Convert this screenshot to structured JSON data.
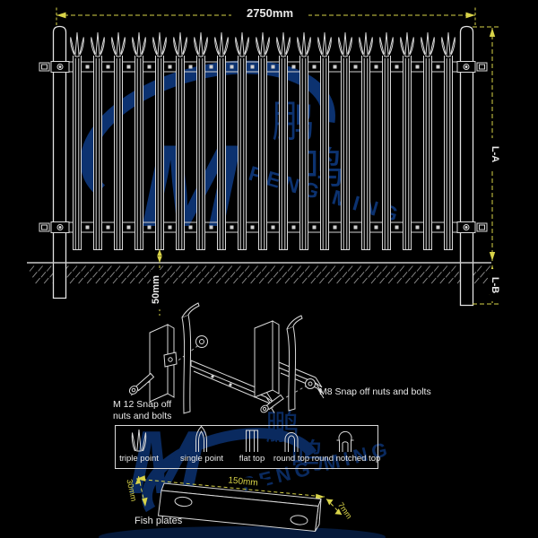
{
  "drawing": {
    "background": "#000000"
  },
  "colors": {
    "line": "#d9d9d9",
    "post_line": "#e2e2e2",
    "dim_yellow": "#d8d348",
    "text_white": "#eaeaea",
    "watermark_blue": "#0d3577"
  },
  "fence": {
    "width_label": "2750mm",
    "height_above_ground_label": "L-A",
    "depth_below_ground_label": "L-B",
    "ground_clearance_label": "50mm",
    "pale_count": 19
  },
  "hardware": {
    "m12_label_line1": "M 12 Snap off",
    "m12_label_line2": "nuts and bolts",
    "m8_label": "M8 Snap off nuts and bolts"
  },
  "pale_tops": [
    "triple point",
    "single point",
    "flat top",
    "round top",
    "round notched top"
  ],
  "fish_plate": {
    "title": "Fish plates",
    "length_label": "150mm",
    "width_label": "30mm",
    "thickness_label": "7mm"
  },
  "watermark": {
    "initial": "M",
    "chinese_1": "鹏",
    "chinese_2": "鸣",
    "english": "PENG MING"
  }
}
